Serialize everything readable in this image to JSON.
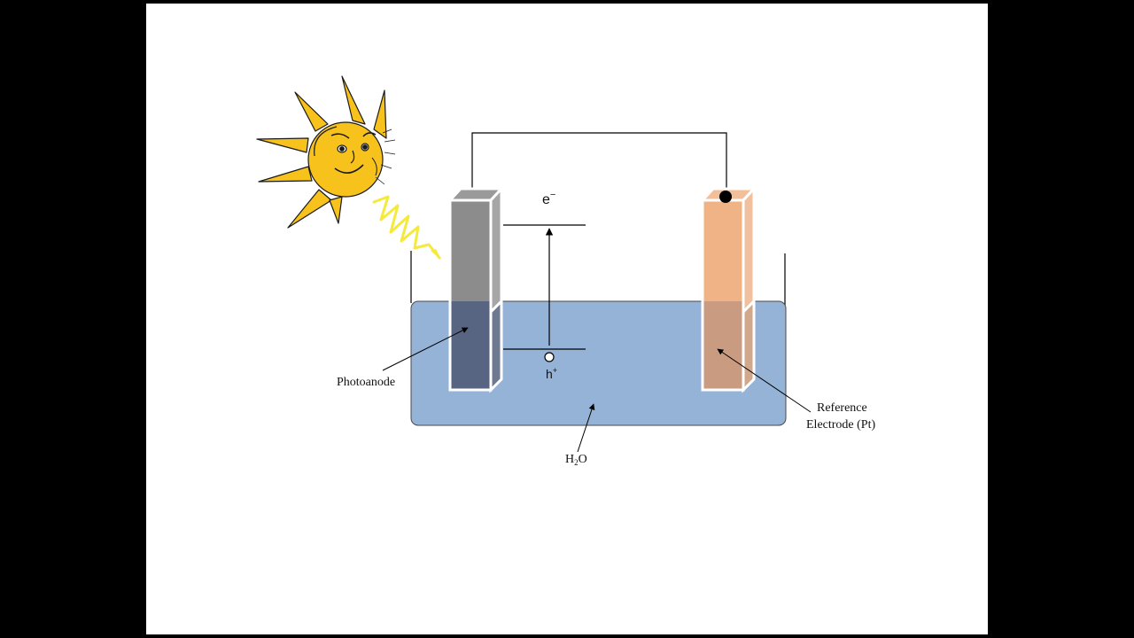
{
  "labels": {
    "electron": "e",
    "electron_sup": "−",
    "hole": "h",
    "hole_sup": "+",
    "photoanode": "Photoanode",
    "reference_line1": "Reference",
    "reference_line2": "Electrode (Pt)",
    "water_h": "H",
    "water_sub": "2",
    "water_o": "O"
  },
  "colors": {
    "water": "#95b3d7",
    "photoanode_top": "#8c8c8c",
    "photoanode_bottom": "#586582",
    "reference_top": "#f0b386",
    "reference_bottom": "#c99b80",
    "sun": "#f7c21c",
    "light_wave": "#f5ea3c",
    "wire": "#000000"
  },
  "icons": {
    "sun": "sun-face-icon",
    "light": "light-wave-icon"
  }
}
